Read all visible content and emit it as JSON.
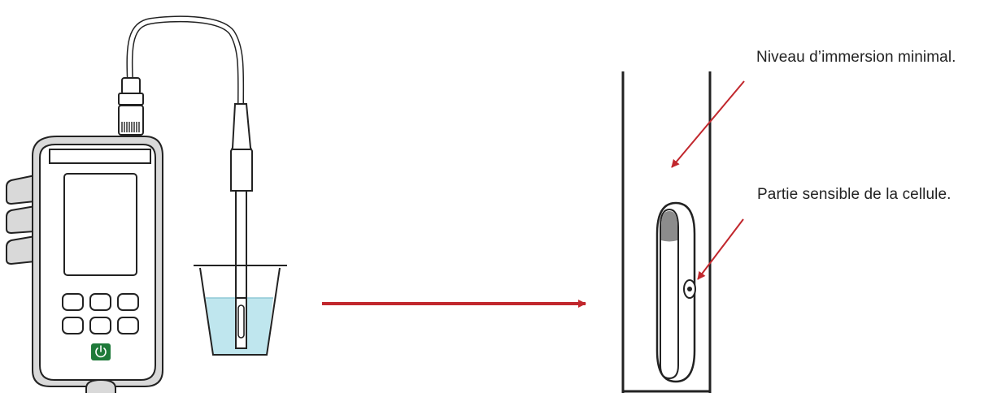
{
  "labels": {
    "immersion_level": "Niveau d’immersion minimal.",
    "sensitive_part": "Partie sensible de la cellule."
  },
  "colors": {
    "arrow_red": "#c1272d",
    "power_green": "#1f7a3a",
    "liquid_blue": "#bfe6ee",
    "stroke": "#222222",
    "device_body": "#ffffff",
    "device_grip": "#d9d9d9",
    "sensor_tip": "#8c8c8c"
  },
  "icons": {
    "power": "power-icon",
    "arrow": "right-arrow"
  }
}
